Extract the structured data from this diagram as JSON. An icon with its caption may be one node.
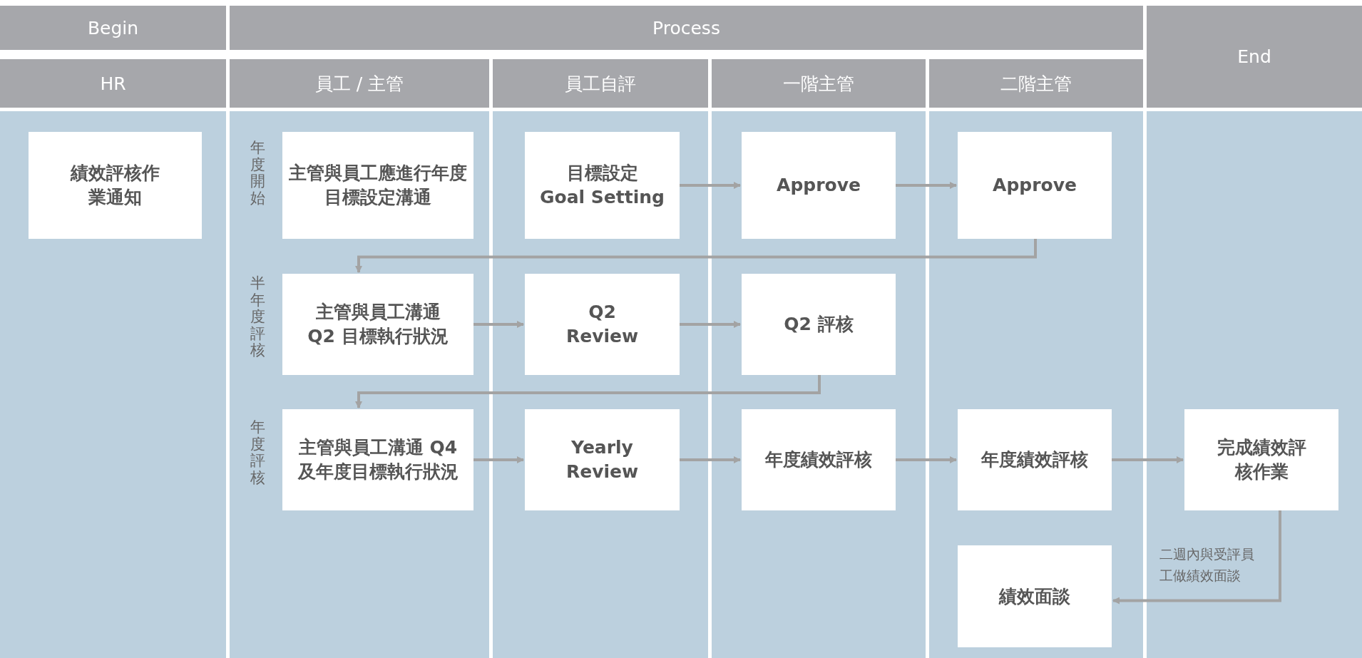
{
  "diagram": {
    "nodes": [
      {
        "text": [
          "Begin"
        ]
      },
      {
        "text": [
          "Process"
        ]
      },
      {
        "text": [
          "End"
        ]
      },
      {
        "text": [
          "HR"
        ]
      },
      {
        "text": [
          "員工 / 主管"
        ]
      },
      {
        "text": [
          "員工自評"
        ]
      },
      {
        "text": [
          "一階主管"
        ]
      },
      {
        "text": [
          "二階主管"
        ]
      },
      {
        "text": [
          "績效評核作業通知"
        ]
      },
      {
        "text": [
          "主管與員工應進行年度目標設定溝通"
        ]
      },
      {
        "text": [
          "目標設定",
          "Goal Setting"
        ]
      },
      {
        "text": [
          "Approve"
        ]
      },
      {
        "text": [
          "Approve"
        ]
      },
      {
        "text": [
          "主管與員工溝通 Q2 目標執行狀況"
        ]
      },
      {
        "text": [
          "Q2 Review"
        ]
      },
      {
        "text": [
          "Q2 評核"
        ]
      },
      {
        "text": [
          "主管與員工溝通 Q4 及年度目標執行狀況"
        ]
      },
      {
        "text": [
          "Yearly Review"
        ]
      },
      {
        "text": [
          "年度績效評核"
        ]
      },
      {
        "text": [
          "年度績效評核"
        ]
      },
      {
        "text": [
          "完成績效評核作業"
        ]
      },
      {
        "text": [
          "績效面談"
        ]
      }
    ],
    "edges": [
      {
        "from": 10,
        "to": 11,
        "arrow": "to"
      },
      {
        "from": 11,
        "to": 12,
        "arrow": "to"
      },
      {
        "from": 12,
        "to": 13,
        "arrow": "to"
      },
      {
        "from": 13,
        "to": 14,
        "arrow": "to"
      },
      {
        "from": 14,
        "to": 15,
        "arrow": "to"
      },
      {
        "from": 15,
        "to": 16,
        "arrow": "to"
      },
      {
        "from": 16,
        "to": 17,
        "arrow": "to"
      },
      {
        "from": 17,
        "to": 18,
        "arrow": "to"
      },
      {
        "from": 18,
        "to": 19,
        "arrow": "to"
      },
      {
        "from": 19,
        "to": 20,
        "arrow": "to"
      },
      {
        "from": 20,
        "to": 21,
        "arrow": "to",
        "label": "二週內與受評員工做績效面談"
      }
    ],
    "labels": [
      "年度開始",
      "半年度評核",
      "年度評核"
    ]
  }
}
